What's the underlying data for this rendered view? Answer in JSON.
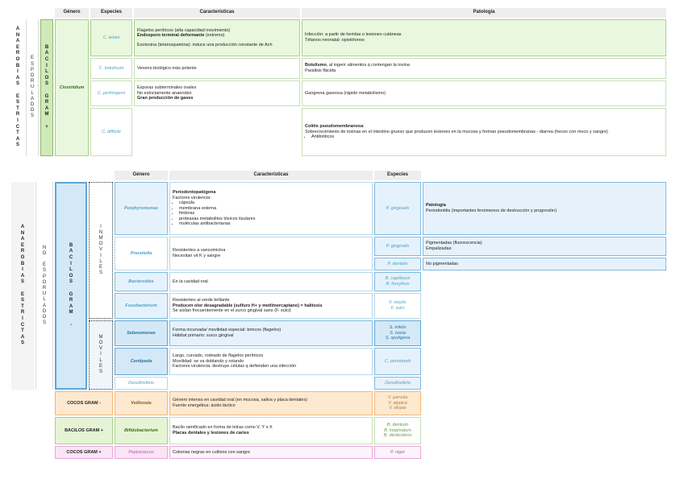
{
  "table1": {
    "headers": {
      "genero": "Género",
      "especies": "Especies",
      "caracteristicas": "Características",
      "patologia": "Patología"
    },
    "col_anaerobias": "A\nN\nA\nE\nR\nO\nB\nI\nA\nS\n\nE\nS\nT\nR\nI\nC\nT\nA\nS",
    "col_esporulados": "E\nS\nP\nO\nR\nU\nL\nA\nD\nO\nS",
    "col_bacilos": "B\nA\nC\nI\nL\nO\nS\n\nG\nR\nA\nM\n\n+",
    "genus": "Clostridium",
    "rows": [
      {
        "species": "C. tetani",
        "car1": "Flagelos perítricos (alta capacidad movimiento)",
        "car2": "Endosporo terminal deformante",
        "car2b": " (extremo)",
        "car3": "Exotoxina (tetanospamina): induce una producción constante de Ach",
        "pat1": "Infección: a partir de heridas o lesiones cutáneas",
        "pat2": "Tétanos neonatal: opistótonos"
      },
      {
        "species": "C. botulinum",
        "car1": "Veneno biológico más potente",
        "pat_b": "Botulismo",
        "pat1": ", al ingerir alimentos q contengan la toxina",
        "pat2": "Parálisis flácida"
      },
      {
        "species": "C. perfringens",
        "car1": "Esporas subterminales ovales",
        "car2": "No estrictamente anaerobio",
        "car3": "Gran producción de gases",
        "pat1": "Gangrena gaseosa (rápido metabolismo)"
      },
      {
        "species": "C. difficile",
        "pat_b": "Colitis pseudomembranosa",
        "pat1": ":",
        "pat2": "Sobrecrecimiento de toxinas en el intestino grueso que producen lesiones en la mucosa y forman pseudomembranas - diarrea (heces con moco y sangre)",
        "pat3": "Antibióticos"
      }
    ]
  },
  "table2": {
    "headers": {
      "genero": "Género",
      "caracteristicas": "Características",
      "especies": "Especies"
    },
    "col_anaerobias": "A\nN\nA\nE\nR\nO\nB\nI\nA\nS\n\nE\nS\nT\nR\nI\nC\nT\nA\nS",
    "col_no_esporulados": "N\nO\n\nE\nS\nP\nO\nR\nU\nL\nA\nD\nO\nS",
    "col_bacilos_neg": "B\nA\nC\nI\nL\nO\nS\n\nG\nR\nA\nM\n\n-",
    "col_inmoviles": "I\nN\nM\nO\nV\nI\nL\nE\nS",
    "col_moviles": "M\nO\nV\nI\nL\nE\nS",
    "porphyromonas": {
      "genus": "Porphyromonas",
      "car_b": "Periodontopatógena",
      "car1": "Factores virulencia:",
      "items": [
        "cápsula",
        "membrana externa",
        "fimbrias",
        "proteasas metabolitos tóxicos tisulares",
        "moléculas antibacterianas"
      ],
      "species": "P. gingivalis",
      "pat_b": "Patología",
      "pat1": "Periodontitis (importantes fenómenos de destrucción y progresión)"
    },
    "prevotella": {
      "genus": "Prevotella",
      "car1": "Resistentes a vancomicina",
      "car2": "Necesitan vit K y sangre",
      "species1": "P. gingivalis",
      "species2": "P. dentalis",
      "pat1": "Pigmentadas (fluorescencia)",
      "pat2": "Empalizadas",
      "pat3": "No pigmentadas"
    },
    "bacteroides": {
      "genus": "Bacteroides",
      "car1": "En la cavidad oral",
      "species1": "B. capillosus",
      "species2": "B. forsythus"
    },
    "fusobacterium": {
      "genus": "Fusobacterium",
      "car1": "Resistentes al verde brillante",
      "car_b": "Producen olor desagradable (sulfuro H+ y metilmercaptano) = halitosis",
      "car3": "Se aíslan frecuentemente en el surco gingival sano (F. sulci)",
      "species1": "F. nioclis",
      "species2": "F. sulci"
    },
    "selenomonas": {
      "genus": "Selenomonas",
      "car1": "Forma incurvada/ movilidad especial: brincos (flagelos)",
      "car2": "Hábitat primario: surco gingival",
      "species1": "S. infelix",
      "species2": "S. noxia",
      "species3": "S. sputigena"
    },
    "centipeda": {
      "genus": "Centipeda",
      "car1": "Largo, curvado, rodeado de flagelos perítricos",
      "car2": "Movilidad: se va doblando y rotando",
      "car3": "Factores virulencia: destruye células q defienden una infección",
      "species": "C. periodontii"
    },
    "desulfovibrio": {
      "genus": "Desulfovibrio",
      "species": "Desulfovibrio"
    },
    "veillonela": {
      "group": "COCOS GRAM -",
      "genus": "Veillonela",
      "car1": "Género intenso en cavidad oral (en mucosa, saliva y placa dentales)",
      "car2": "Fuente energética: ácido láctico",
      "species1": "V. parvula",
      "species2": "V. atypica",
      "species3": "V. dispar"
    },
    "bifidobacterium": {
      "group": "BACILOS GRAM +",
      "genus": "Bifidobacterium",
      "car1": "Bacilo ramificado en forma de letras como V, Y o X",
      "car_b": "Placas dentales y lesiones de caries",
      "species1": "B. dentium",
      "species2": "B. inopinatum",
      "species3": "B. denticolens"
    },
    "peptococcus": {
      "group": "COCOS GRAM +",
      "genus": "Peptococcus",
      "car1": "Colonias negras en cultivos con sangre",
      "species": "P. niger"
    }
  }
}
